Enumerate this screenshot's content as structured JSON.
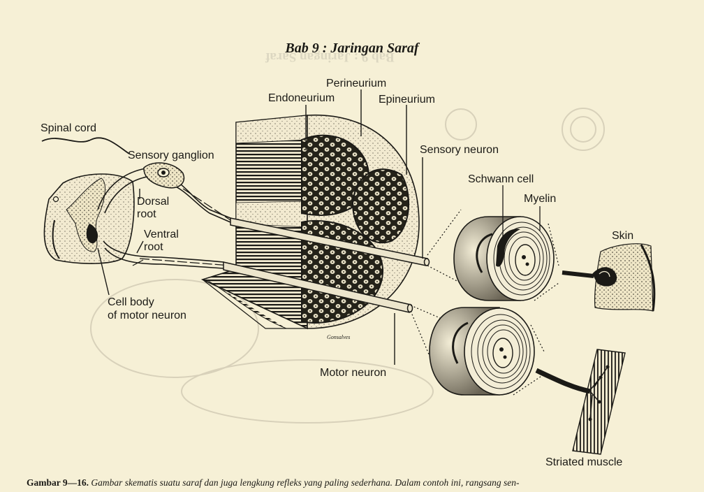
{
  "title": "Bab 9 : Jaringan Saraf",
  "labels": {
    "spinal_cord": "Spinal cord",
    "sensory_ganglion": "Sensory ganglion",
    "dorsal_root": [
      "Dorsal",
      "root"
    ],
    "ventral_root": [
      "Ventral",
      "root"
    ],
    "cell_body": [
      "Cell body",
      "of motor neuron"
    ],
    "endoneurium": "Endoneurium",
    "perineurium": "Perineurium",
    "epineurium": "Epineurium",
    "sensory_neuron": "Sensory neuron",
    "schwann_cell": "Schwann cell",
    "myelin": "Myelin",
    "skin": "Skin",
    "motor_neuron": "Motor neuron",
    "striated_muscle": "Striated muscle",
    "signature": "Gonsalves"
  },
  "caption": {
    "figure": "Gambar 9—16.",
    "text": "Gambar skematis suatu saraf dan juga lengkung refleks yang paling sederhana. Dalam contoh ini, rangsang sen-"
  },
  "colors": {
    "paper": "#f6f0d6",
    "ink": "#1b1a16",
    "ghost": "#d9d3bd"
  }
}
